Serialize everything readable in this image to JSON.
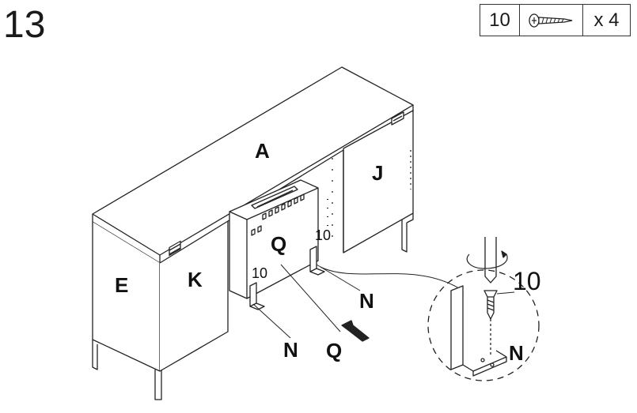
{
  "step_number": "13",
  "parts": {
    "part_id": "10",
    "quantity": "x 4",
    "icon": "screw-icon"
  },
  "labels": {
    "top_panel": "A",
    "right_door": "J",
    "left_side": "E",
    "left_door": "K",
    "center_unit_upper": "Q",
    "center_unit_lower": "Q",
    "bracket_right": "N",
    "bracket_left": "N",
    "detail_bracket": "N",
    "screw_left": "10",
    "screw_right": "10",
    "detail_screw": "10"
  },
  "colors": {
    "line": "#222222",
    "hatch": "#444444"
  }
}
